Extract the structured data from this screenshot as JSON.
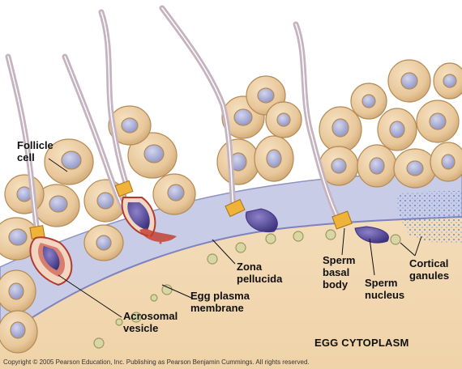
{
  "labels": {
    "follicle_cell": "Follicle\ncell",
    "zona_pellucida": "Zona\npellucida",
    "egg_plasma_membrane": "Egg plasma\nmembrane",
    "acrosomal_vesicle": "Acrosomal\nvesicle",
    "sperm_basal_body": "Sperm\nbasal\nbody",
    "sperm_nucleus": "Sperm\nnucleus",
    "cortical_granules": "Cortical\nganules",
    "egg_cytoplasm": "EGG CYTOPLASM"
  },
  "copyright": "Copyright © 2005 Pearson Education, Inc. Publishing as Pearson Benjamin Cummings. All rights reserved.",
  "colors": {
    "follicle_cell": "#e8c79a",
    "follicle_nucleus": "#a9aed6",
    "zona_pellucida": "#c9cce6",
    "egg_cytoplasm": "#f4dcb8",
    "sperm_nucleus": "#5b4f9e",
    "acrosome": "#c0392b",
    "basal_body": "#f0b33a"
  }
}
